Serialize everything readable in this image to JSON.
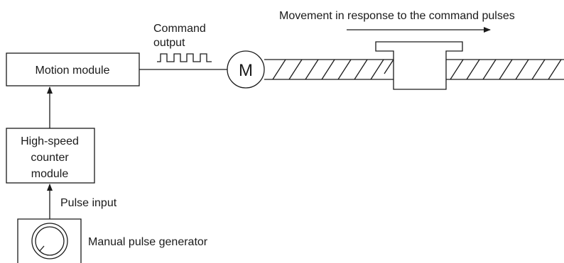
{
  "labels": {
    "motion_module": "Motion module",
    "counter_line1": "High-speed",
    "counter_line2": "counter",
    "counter_line3": "module",
    "pulse_input": "Pulse input",
    "manual_pulse_generator": "Manual pulse generator",
    "command_line1": "Command",
    "command_line2": "output",
    "motor": "M",
    "movement": "Movement in response to the command pulses"
  }
}
